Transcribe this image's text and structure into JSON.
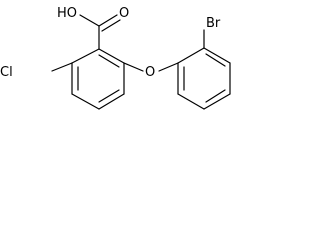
{
  "molecule": {
    "labels": {
      "hydroxyl": "HO",
      "carbonyl_oxygen": "O",
      "chlorine": "Cl",
      "ether_oxygen": "O",
      "bromine": "Br"
    },
    "colors": {
      "bond": "#000000",
      "label": "#000000",
      "background": "#ffffff"
    }
  }
}
